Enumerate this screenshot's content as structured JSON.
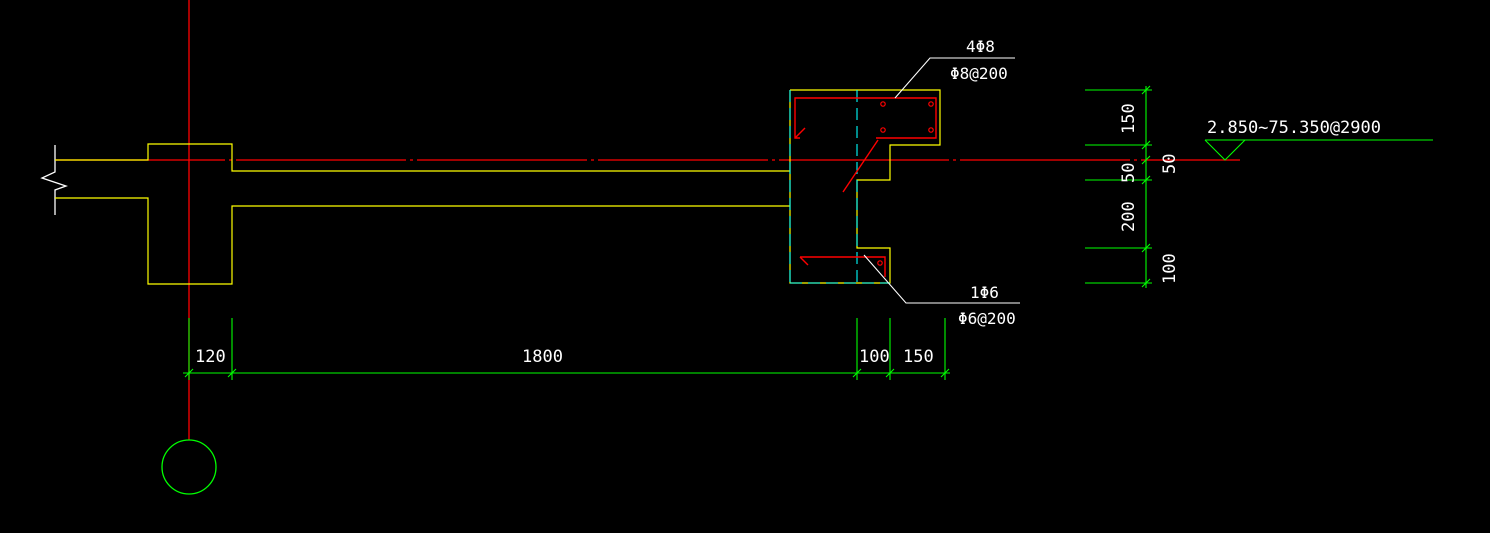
{
  "dimensions": {
    "horizontal": [
      "120",
      "1800",
      "100",
      "150"
    ],
    "vertical": [
      "150",
      "50",
      "50",
      "200",
      "100"
    ]
  },
  "rebar_labels": {
    "top_count": "4Φ8",
    "top_stirrup": "Φ8@200",
    "bottom_count": "1Φ6",
    "bottom_stirrup": "Φ6@200"
  },
  "elevation_label": "2.850~75.350@2900",
  "colors": {
    "background": "#000000",
    "concrete_outline": "#ffff00",
    "axis_line": "#ff0000",
    "rebar": "#ff0000",
    "dimension": "#00ff00",
    "hidden_line": "#00ffff",
    "text": "#ffffff"
  }
}
